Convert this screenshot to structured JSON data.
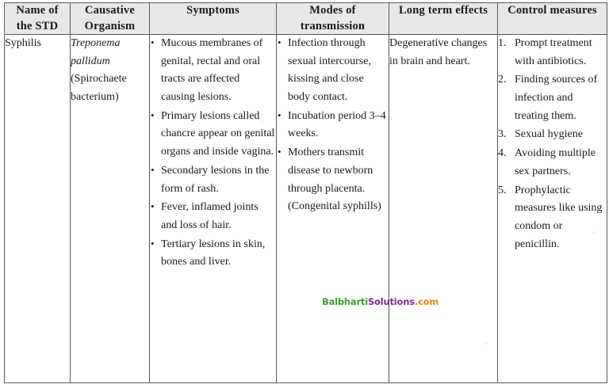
{
  "table": {
    "headers": [
      "Name of\nthe STD",
      "Causative\nOrganism",
      "Symptoms",
      "Modes of\ntransmission",
      "Long term effects",
      "Control measures"
    ],
    "header_lines": {
      "col1_line1": "Name of",
      "col1_line2": "the STD",
      "col2_line1": "Causative",
      "col2_line2": "Organism",
      "col3": "Symptoms",
      "col4_line1": "Modes of",
      "col4_line2": "transmission",
      "col5": "Long term effects",
      "col6": "Control measures"
    },
    "row": {
      "std_name": "Syphilis",
      "organism": {
        "scientific_name": "Treponema pallidum",
        "descriptor": "(Spirochaete bacterium)"
      },
      "symptoms": [
        "Mucous membranes of genital, rectal and oral tracts are affected causing lesions.",
        "Primary lesions called chancre appear on genital organs and inside vagina.",
        "Secondary lesions in the form of rash.",
        "Fever, inflamed joints and loss of hair.",
        "Tertiary lesions in skin, bones and liver."
      ],
      "modes_of_transmission": [
        "Infection through sexual intercourse, kissing and close body contact.",
        "Incubation period 3–4 weeks.",
        "Mothers transmit disease to newborn through placenta. (Congenital syphills)"
      ],
      "long_term_effects": "Degenerative changes in brain and heart.",
      "control_measures": [
        "Prompt treatment with antibiotics.",
        "Finding sources of infection and treating them.",
        "Sexual hygiene",
        "Avoiding multiple sex partners.",
        "Prophylactic measures like using condom or penicillin."
      ]
    }
  },
  "watermark": {
    "part1": "Balbharti",
    "part2": "Solutions",
    "part3": ".com",
    "color1": "#3f9c35",
    "color2": "#7b2d8e",
    "color3": "#e08a1e"
  }
}
